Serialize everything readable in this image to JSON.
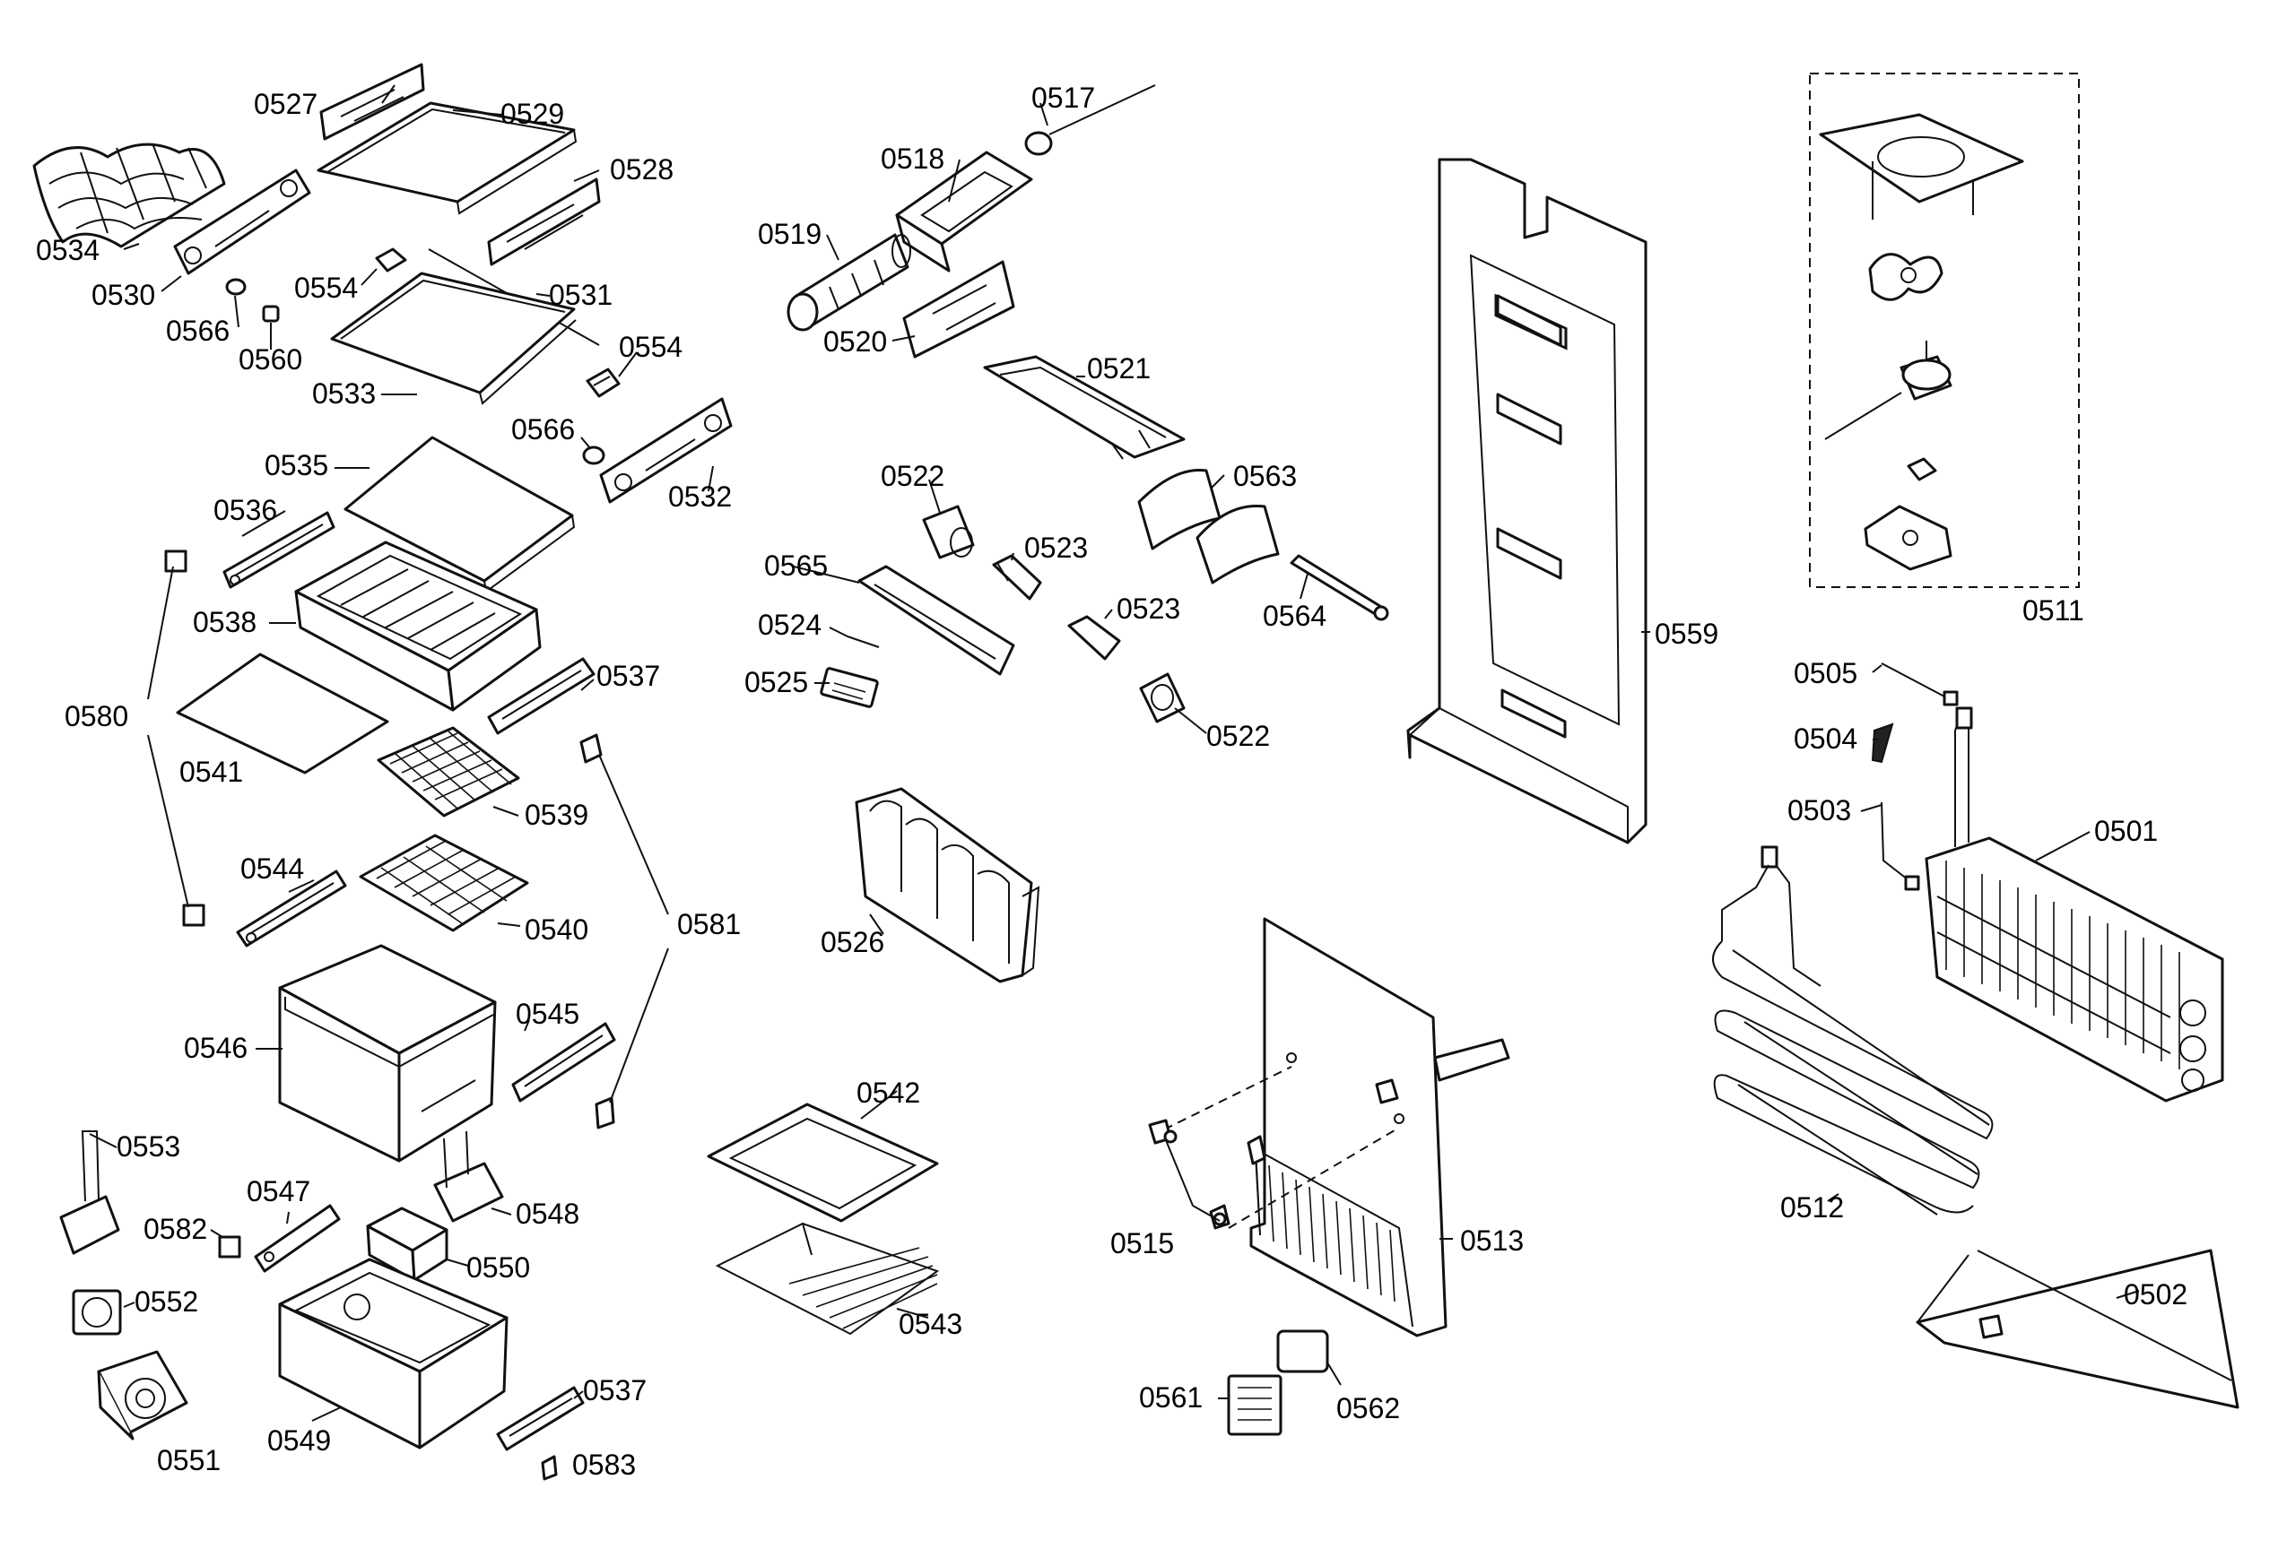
{
  "labels": {
    "p0527": "0527",
    "p0529": "0529",
    "p0528": "0528",
    "p0534": "0534",
    "p0530": "0530",
    "p0554a": "0554",
    "p0531": "0531",
    "p0566a": "0566",
    "p0560": "0560",
    "p0554b": "0554",
    "p0533": "0533",
    "p0566b": "0566",
    "p0535": "0535",
    "p0532": "0532",
    "p0536": "0536",
    "p0538": "0538",
    "p0580": "0580",
    "p0537a": "0537",
    "p0541": "0541",
    "p0539": "0539",
    "p0544": "0544",
    "p0540": "0540",
    "p0581": "0581",
    "p0546": "0546",
    "p0545": "0545",
    "p0553": "0553",
    "p0547": "0547",
    "p0548": "0548",
    "p0582": "0582",
    "p0550": "0550",
    "p0552": "0552",
    "p0537b": "0537",
    "p0549": "0549",
    "p0551": "0551",
    "p0583": "0583",
    "p0517": "0517",
    "p0518": "0518",
    "p0519": "0519",
    "p0520": "0520",
    "p0521": "0521",
    "p0522a": "0522",
    "p0563": "0563",
    "p0523a": "0523",
    "p0565": "0565",
    "p0523b": "0523",
    "p0564": "0564",
    "p0524": "0524",
    "p0525": "0525",
    "p0522b": "0522",
    "p0526": "0526",
    "p0542": "0542",
    "p0543": "0543",
    "p0559": "0559",
    "p0515": "0515",
    "p0513": "0513",
    "p0561": "0561",
    "p0562": "0562",
    "p0511": "0511",
    "p0505": "0505",
    "p0504": "0504",
    "p0503": "0503",
    "p0501": "0501",
    "p0512": "0512",
    "p0502": "0502"
  }
}
